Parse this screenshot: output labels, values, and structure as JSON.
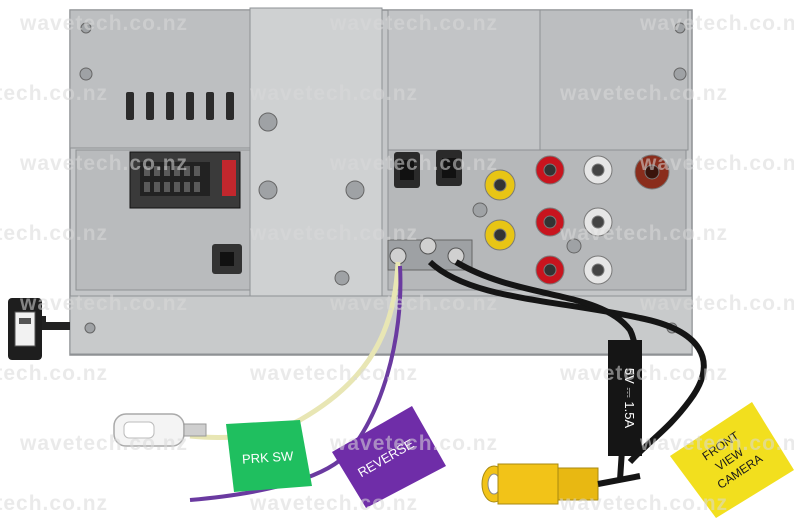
{
  "labels": {
    "prk_sw": "PRK SW",
    "reverse": "REVERSE",
    "spec": "5V ⎓ 1.5A",
    "front_view_camera": [
      "FRONT",
      "VIEW",
      "CAMERA"
    ]
  },
  "watermark": "wavetech.co.nz",
  "colors": {
    "chassis": "#c4c6c8",
    "chassis_dark": "#9ea1a4",
    "tag_green": "#1fbf5f",
    "tag_purple": "#6f2da8",
    "tag_yellow": "#f2df1e",
    "cable_black": "#151515",
    "wire_cream": "#e8e6b4",
    "wire_purple": "#6a3aa0",
    "rca_red": "#c8141e",
    "rca_yellow": "#e8c515",
    "rca_white": "#e6e6e6",
    "connector_brown": "#8a2d1c"
  },
  "icons": [
    "usb-connector-icon",
    "rca-jack-icon",
    "screw-icon",
    "bullet-connector-icon"
  ]
}
